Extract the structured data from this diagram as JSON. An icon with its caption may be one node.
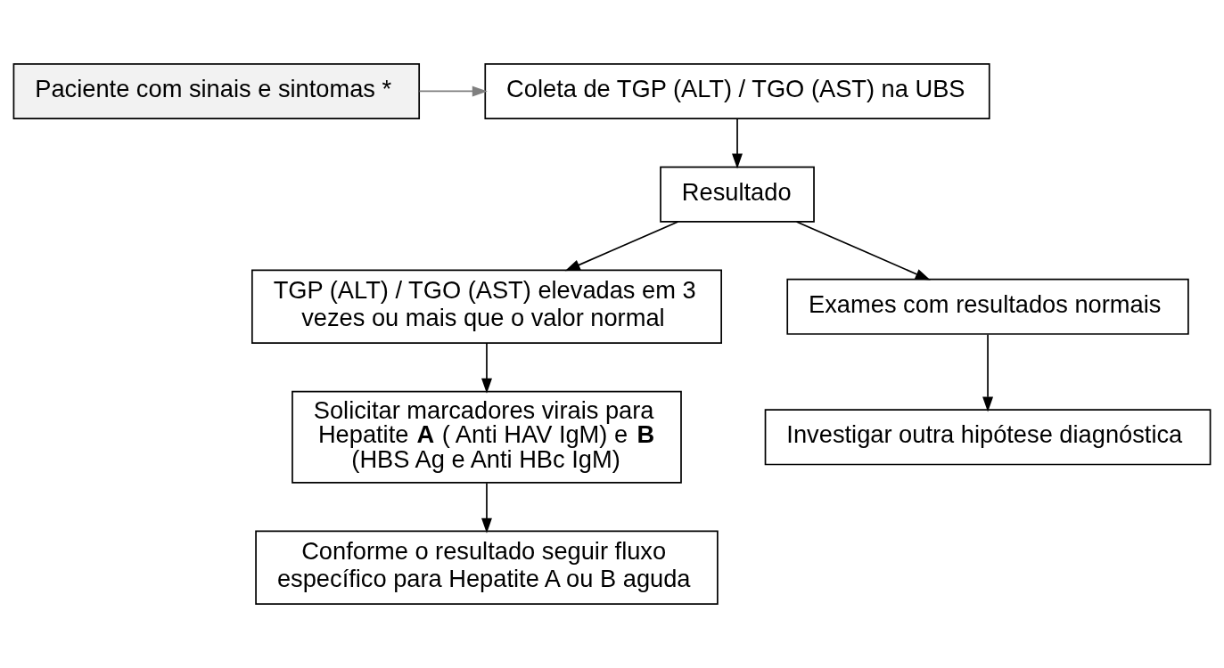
{
  "diagram": {
    "nodes": [
      {
        "text": [
          "Paciente com sinais e sintomas *"
        ]
      },
      {
        "text": [
          "Coleta de TGP (ALT) / TGO (AST) na UBS"
        ]
      },
      {
        "text": [
          "Resultado"
        ]
      },
      {
        "text": [
          "TGP (ALT) / TGO (AST) elevadas em 3 vezes ou mais que o valor normal"
        ]
      },
      {
        "text": [
          "Exames com resultados normais"
        ]
      },
      {
        "text": [
          "Solicitar marcadores virais para Hepatite **A** ( Anti HAV IgM) e **B** (HBS Ag e Anti HBc IgM)"
        ]
      },
      {
        "text": [
          "Investigar outra hipótese diagnóstica"
        ]
      },
      {
        "text": [
          "Conforme o resultado seguir fluxo específico para Hepatite A ou B aguda"
        ]
      }
    ],
    "edges": [
      {
        "from": 0,
        "to": 1,
        "arrow": "to",
        "color": "#7f7f7f"
      },
      {
        "from": 1,
        "to": 2,
        "arrow": "to"
      },
      {
        "from": 2,
        "to": 3,
        "arrow": "to"
      },
      {
        "from": 2,
        "to": 4,
        "arrow": "to"
      },
      {
        "from": 4,
        "to": 6,
        "arrow": "to"
      },
      {
        "from": 3,
        "to": 5,
        "arrow": "to"
      },
      {
        "from": 5,
        "to": 7,
        "arrow": "to"
      }
    ]
  }
}
